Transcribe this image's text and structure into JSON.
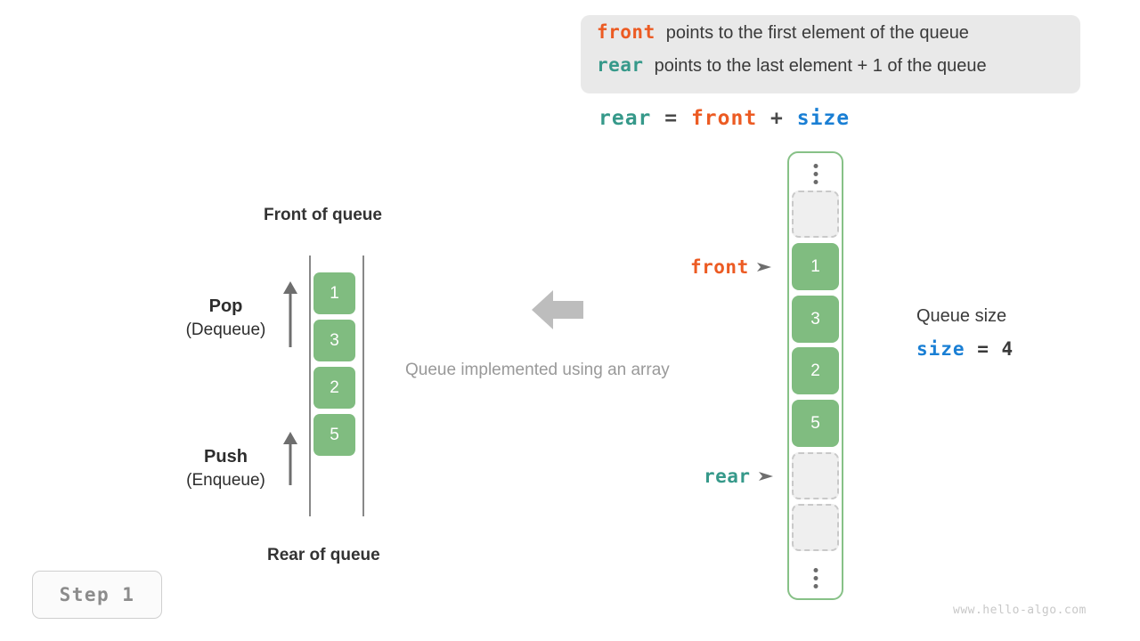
{
  "legend": {
    "rows": [
      {
        "keyword": "front",
        "text": "points to the first element of the queue",
        "color": "#ec5b23"
      },
      {
        "keyword": "rear",
        "text": "points to the last element + 1 of the queue",
        "color": "#36998a"
      }
    ]
  },
  "formula": {
    "lhs": "rear",
    "eq": " = ",
    "rhs1": "front",
    "plus": " + ",
    "rhs2": "size"
  },
  "left_queue": {
    "top_label": "Front of queue",
    "bottom_label": "Rear of queue",
    "pop": {
      "title": "Pop",
      "subtitle": "(Dequeue)"
    },
    "push": {
      "title": "Push",
      "subtitle": "(Enqueue)"
    },
    "cells": [
      "1",
      "3",
      "2",
      "5"
    ]
  },
  "center": {
    "caption": "Queue implemented using an array",
    "arrow_direction": "left"
  },
  "array": {
    "cells": [
      {
        "value": "",
        "state": "empty"
      },
      {
        "value": "1",
        "state": "filled"
      },
      {
        "value": "3",
        "state": "filled"
      },
      {
        "value": "2",
        "state": "filled"
      },
      {
        "value": "5",
        "state": "filled"
      },
      {
        "value": "",
        "state": "empty"
      },
      {
        "value": "",
        "state": "empty"
      }
    ],
    "front_pointer": "front",
    "rear_pointer": "rear"
  },
  "info": {
    "queue_size_label": "Queue size",
    "size_keyword": "size",
    "size_eq": " = ",
    "size_value": "4"
  },
  "step_badge": "Step 1",
  "watermark": "www.hello-algo.com",
  "colors": {
    "front": "#ec5b23",
    "rear": "#36998a",
    "size": "#1a7fd4",
    "cell_fill": "#80bc80",
    "container_border": "#87c187",
    "empty_fill": "#efefef",
    "empty_border": "#c9c9c9",
    "legend_bg": "#e9e9e9",
    "muted_text": "#999999"
  }
}
